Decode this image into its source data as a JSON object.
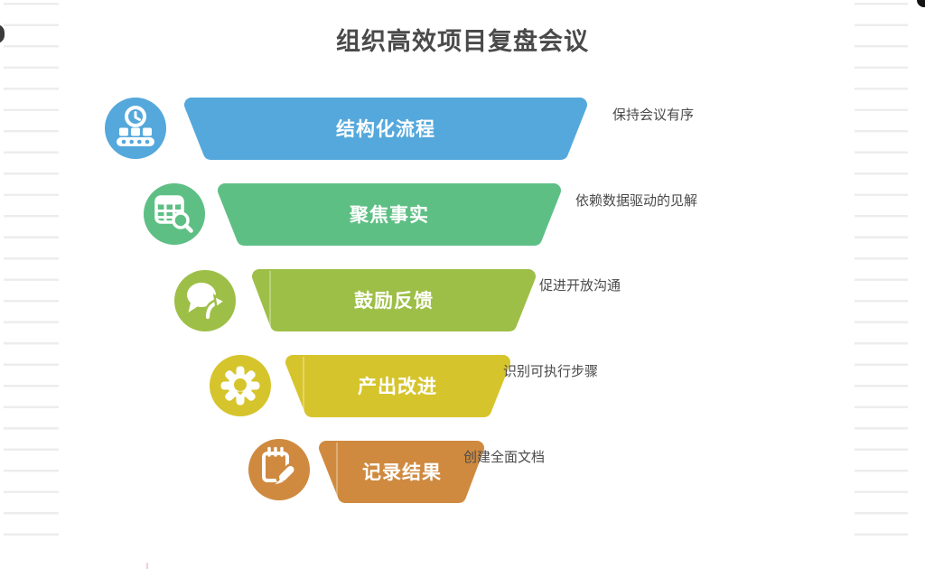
{
  "page": {
    "title": "组织高效项目复盘会议",
    "title_color": "#4a4a4a",
    "note_color": "#4a4a4a",
    "label_color": "#ffffff",
    "card_color": "#ffffff",
    "ruled_line_color": "#ededed"
  },
  "chart_data": {
    "type": "funnel",
    "title": "组织高效项目复盘会议",
    "levels": [
      {
        "label": "结构化流程",
        "note": "保持会议有序",
        "color": "#54A8DB",
        "icon": "clock-conveyor-icon"
      },
      {
        "label": "聚焦事实",
        "note": "依赖数据驱动的见解",
        "color": "#5EBF85",
        "icon": "table-search-icon"
      },
      {
        "label": "鼓励反馈",
        "note": "促进开放沟通",
        "color": "#9DBF47",
        "icon": "chat-arrow-icon"
      },
      {
        "label": "产出改进",
        "note": "识别可执行步骤",
        "color": "#D6C42C",
        "icon": "gear-icon"
      },
      {
        "label": "记录结果",
        "note": "创建全面文档",
        "color": "#CF8A40",
        "icon": "notepad-pencil-icon"
      }
    ]
  }
}
